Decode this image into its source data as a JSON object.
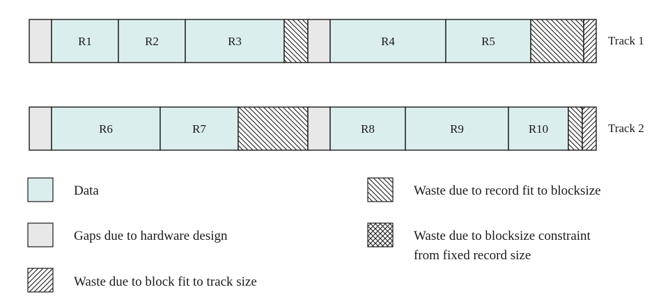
{
  "colors": {
    "data": "#daeeed",
    "gap": "#e8e8e8",
    "stroke": "#1a1a1a",
    "background": "#ffffff"
  },
  "tracks": [
    {
      "label": "Track 1",
      "segments": [
        {
          "type": "gap",
          "label": ""
        },
        {
          "type": "data",
          "label": "R1"
        },
        {
          "type": "data",
          "label": "R2"
        },
        {
          "type": "data",
          "label": "R3"
        },
        {
          "type": "waste-record",
          "label": ""
        },
        {
          "type": "gap",
          "label": ""
        },
        {
          "type": "data",
          "label": "R4"
        },
        {
          "type": "data",
          "label": "R5"
        },
        {
          "type": "waste-record",
          "label": ""
        },
        {
          "type": "waste-track",
          "label": ""
        }
      ]
    },
    {
      "label": "Track 2",
      "segments": [
        {
          "type": "gap",
          "label": ""
        },
        {
          "type": "data",
          "label": "R6"
        },
        {
          "type": "data",
          "label": "R7"
        },
        {
          "type": "waste-record",
          "label": ""
        },
        {
          "type": "gap",
          "label": ""
        },
        {
          "type": "data",
          "label": "R8"
        },
        {
          "type": "data",
          "label": "R9"
        },
        {
          "type": "data",
          "label": "R10"
        },
        {
          "type": "waste-record",
          "label": ""
        },
        {
          "type": "waste-track",
          "label": ""
        }
      ]
    }
  ],
  "legend": {
    "data": "Data",
    "gap": "Gaps due to hardware design",
    "waste_track": "Waste due to block fit to track size",
    "waste_record": "Waste due to record fit to blocksize",
    "waste_fixed_line1": "Waste due to blocksize constraint",
    "waste_fixed_line2": "from fixed record size"
  }
}
